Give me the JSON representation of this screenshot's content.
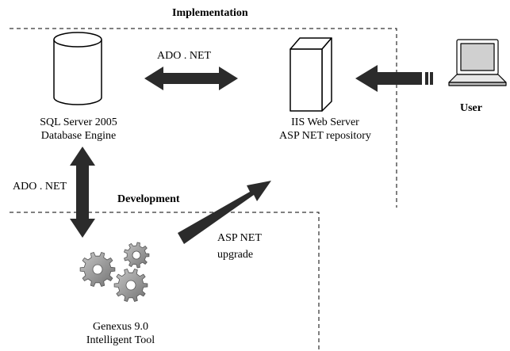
{
  "sections": {
    "implementation": "Implementation",
    "development": "Development"
  },
  "nodes": {
    "sql_server": {
      "line1": "SQL Server 2005",
      "line2": "Database Engine"
    },
    "iis": {
      "line1": "IIS Web Server",
      "line2": "ASP NET repository"
    },
    "user": {
      "label": "User"
    },
    "genexus": {
      "line1": "Genexus 9.0",
      "line2": "Intelligent Tool"
    }
  },
  "edges": {
    "db_web": "ADO . NET",
    "db_dev": "ADO . NET",
    "dev_web": {
      "line1": "ASP NET",
      "line2": "upgrade"
    }
  },
  "colors": {
    "arrow": "#2b2b2b",
    "gear": "#8c8c8c",
    "line": "#000000"
  }
}
